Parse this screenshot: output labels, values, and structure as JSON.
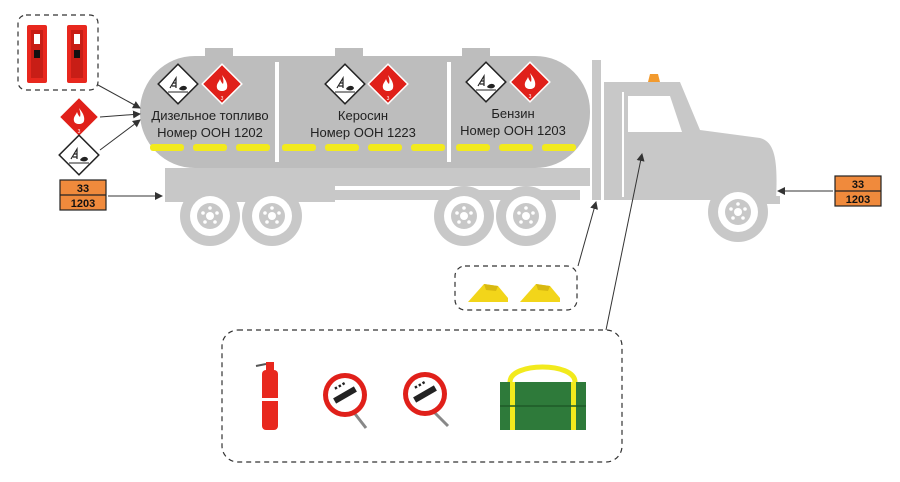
{
  "compartments": [
    {
      "line1": "Дизельное топливо",
      "line2": "Номер ООН 1202"
    },
    {
      "line1": "Керосин",
      "line2": "Номер ООН 1223"
    },
    {
      "line1": "Бензин",
      "line2": "Номер ООН 1203"
    }
  ],
  "plates": {
    "left": {
      "top": "33",
      "bottom": "1203"
    },
    "right": {
      "top": "33",
      "bottom": "1203"
    }
  },
  "colors": {
    "body": "#c8c8c8",
    "tank": "#bdbdbd",
    "stripe": "#f2ea1d",
    "extinguisher": "#e8281e",
    "hazard_red": "#e0201a",
    "plate": "#f08a3c",
    "bag": "#2e7a3a",
    "beacon": "#f29a2e"
  },
  "icons": {
    "extinguisher": "fire-extinguisher-icon",
    "flame_diamond": "flammable-diamond-icon",
    "env_diamond": "environmental-hazard-diamond-icon",
    "wheel_chock": "wheel-chock-icon",
    "stop_sign": "warning-stop-sign-icon",
    "kit_bag": "emergency-kit-bag-icon"
  }
}
